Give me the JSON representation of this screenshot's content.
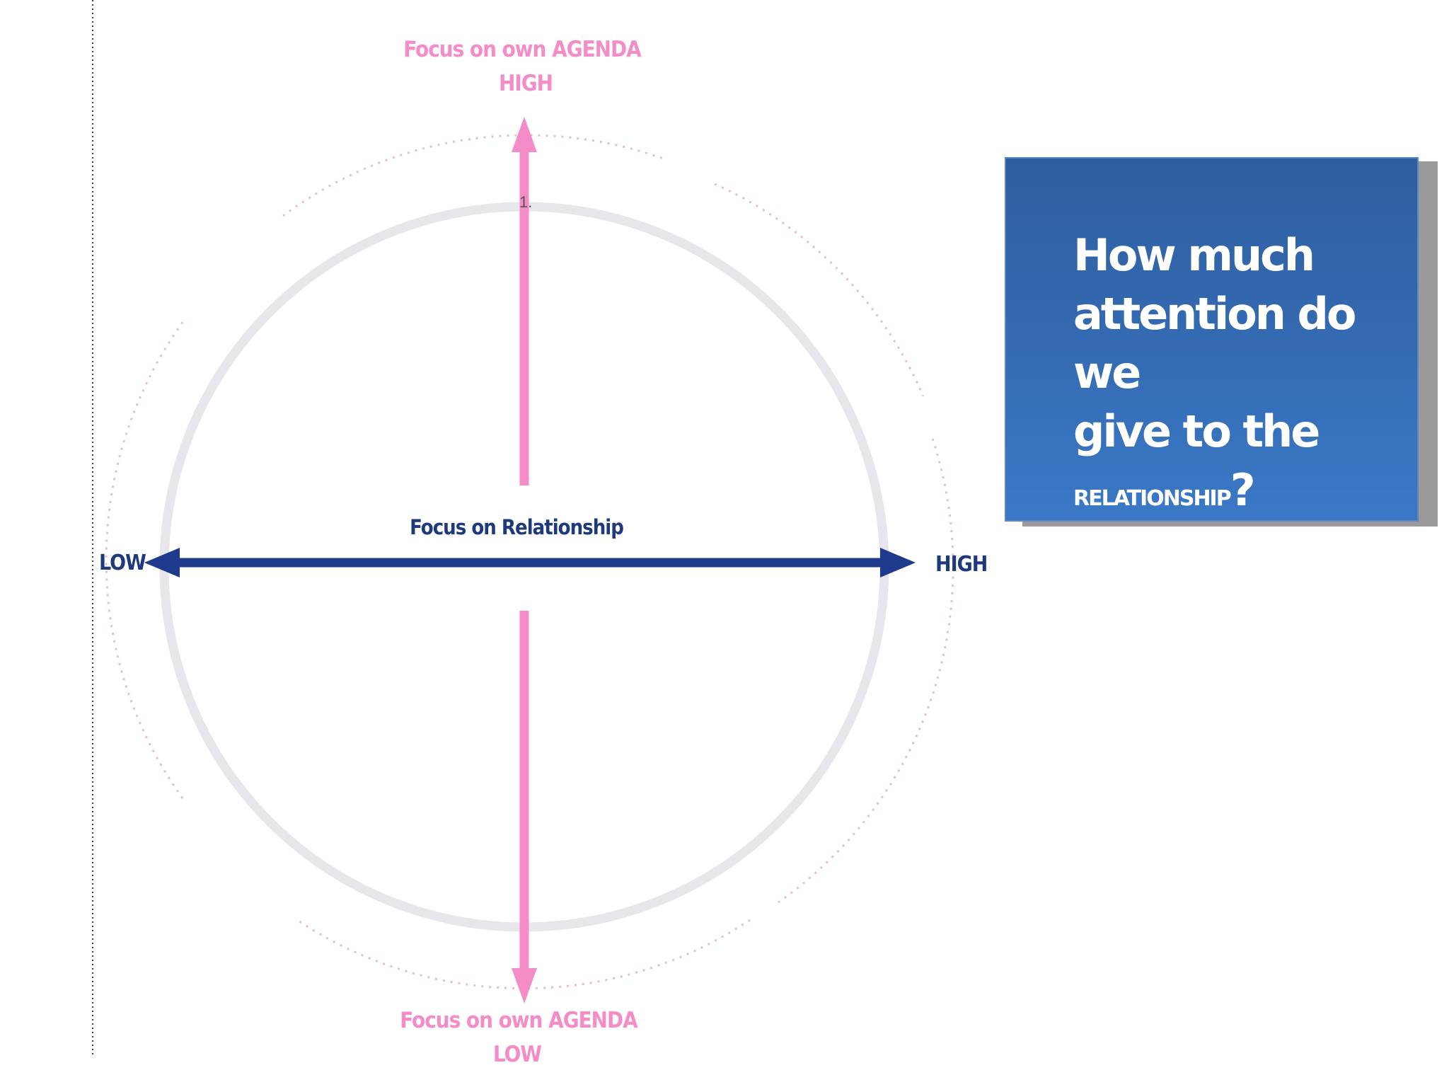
{
  "diagram": {
    "vertical_axis": {
      "top_label": "Focus on own AGENDA",
      "top_level": "HIGH",
      "bottom_label": "Focus on own AGENDA",
      "bottom_level": "LOW"
    },
    "horizontal_axis": {
      "label": "Focus on Relationship",
      "left_level": "LOW",
      "right_level": "HIGH"
    },
    "marker": "1.",
    "colors": {
      "agenda_axis": "#f48cc8",
      "relationship_axis": "#1e3a7d",
      "circle": "#e8e6ea",
      "dotted_ring": "#e6bcd6"
    }
  },
  "question": {
    "line1": "How much",
    "line2": "attention do we",
    "line3": "give to the",
    "line4_word": "relationship",
    "line4_mark": "?"
  },
  "colors": {
    "box_top": "#2e5d9e",
    "box_bottom": "#3a78c6",
    "box_shadow": "#9a9a9a"
  }
}
